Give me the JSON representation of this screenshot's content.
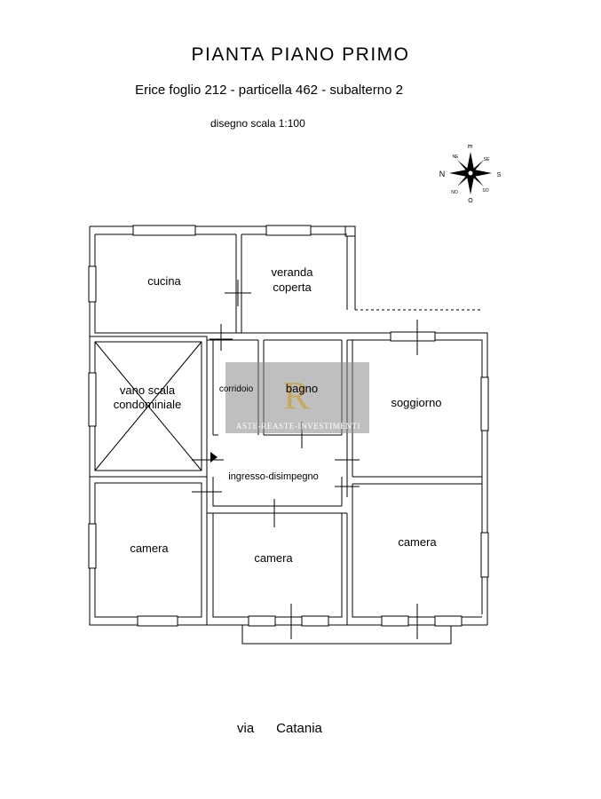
{
  "header": {
    "title": "PIANTA  PIANO  PRIMO",
    "subtitle": "Erice foglio 212 - particella 462 - subalterno 2",
    "scale": "disegno scala 1:100"
  },
  "compass": {
    "labels": [
      "E",
      "NE",
      "N",
      "NO",
      "O",
      "SO",
      "S",
      "SE"
    ]
  },
  "rooms": {
    "cucina": "cucina",
    "veranda_line1": "veranda",
    "veranda_line2": "coperta",
    "vano_line1": "vano scala",
    "vano_line2": "condominiale",
    "corridoio": "corridoio",
    "bagno": "bagno",
    "soggiorno": "soggiorno",
    "ingresso": "ingresso-disimpegno",
    "camera_left": "camera",
    "camera_center": "camera",
    "camera_right": "camera"
  },
  "watermark": {
    "monogram": "R",
    "text": "ASTE-REASTE-INVESTIMENTI"
  },
  "street": "via      Catania"
}
